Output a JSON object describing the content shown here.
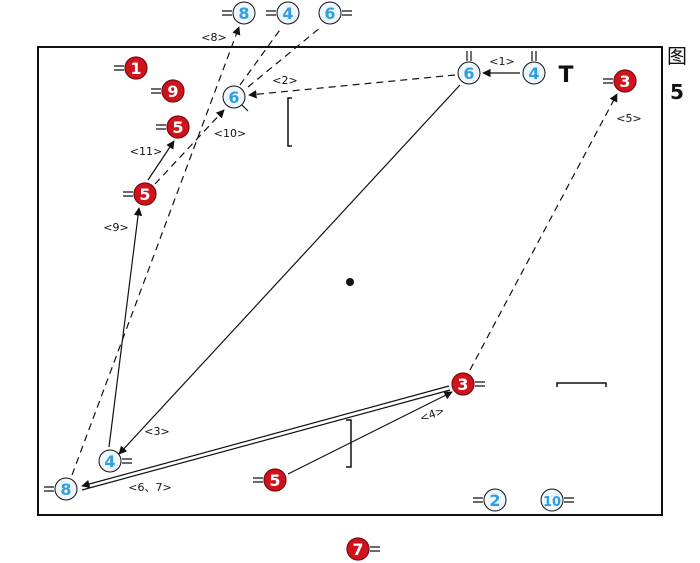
{
  "figure": {
    "char": "图",
    "number": "5"
  },
  "colors": {
    "team_red": "#d0121c",
    "team_blue": "#2f9fe0",
    "blue_fill": "#eef7fd",
    "line": "#111111",
    "court": "#111111",
    "background": "#ffffff"
  },
  "players": [
    {
      "label": "1",
      "team": "red"
    },
    {
      "label": "9",
      "team": "red"
    },
    {
      "label": "5",
      "team": "red"
    },
    {
      "label": "5",
      "team": "red"
    },
    {
      "label": "3",
      "team": "red"
    },
    {
      "label": "3",
      "team": "red"
    },
    {
      "label": "5",
      "team": "red"
    },
    {
      "label": "7",
      "team": "red"
    },
    {
      "label": "8",
      "team": "blue"
    },
    {
      "label": "4",
      "team": "blue"
    },
    {
      "label": "6",
      "team": "blue"
    },
    {
      "label": "6",
      "team": "blue"
    },
    {
      "label": "6",
      "team": "blue"
    },
    {
      "label": "4",
      "team": "blue"
    },
    {
      "label": "4",
      "team": "blue"
    },
    {
      "label": "8",
      "team": "blue"
    },
    {
      "label": "2",
      "team": "blue"
    },
    {
      "label": "10",
      "team": "blue"
    }
  ],
  "route_labels": [
    "<1>",
    "<2>",
    "<3>",
    "<4>",
    "<5>",
    "<6、7>",
    "<8>",
    "<9>",
    "<10>",
    "<11>"
  ],
  "marker_t": "T"
}
